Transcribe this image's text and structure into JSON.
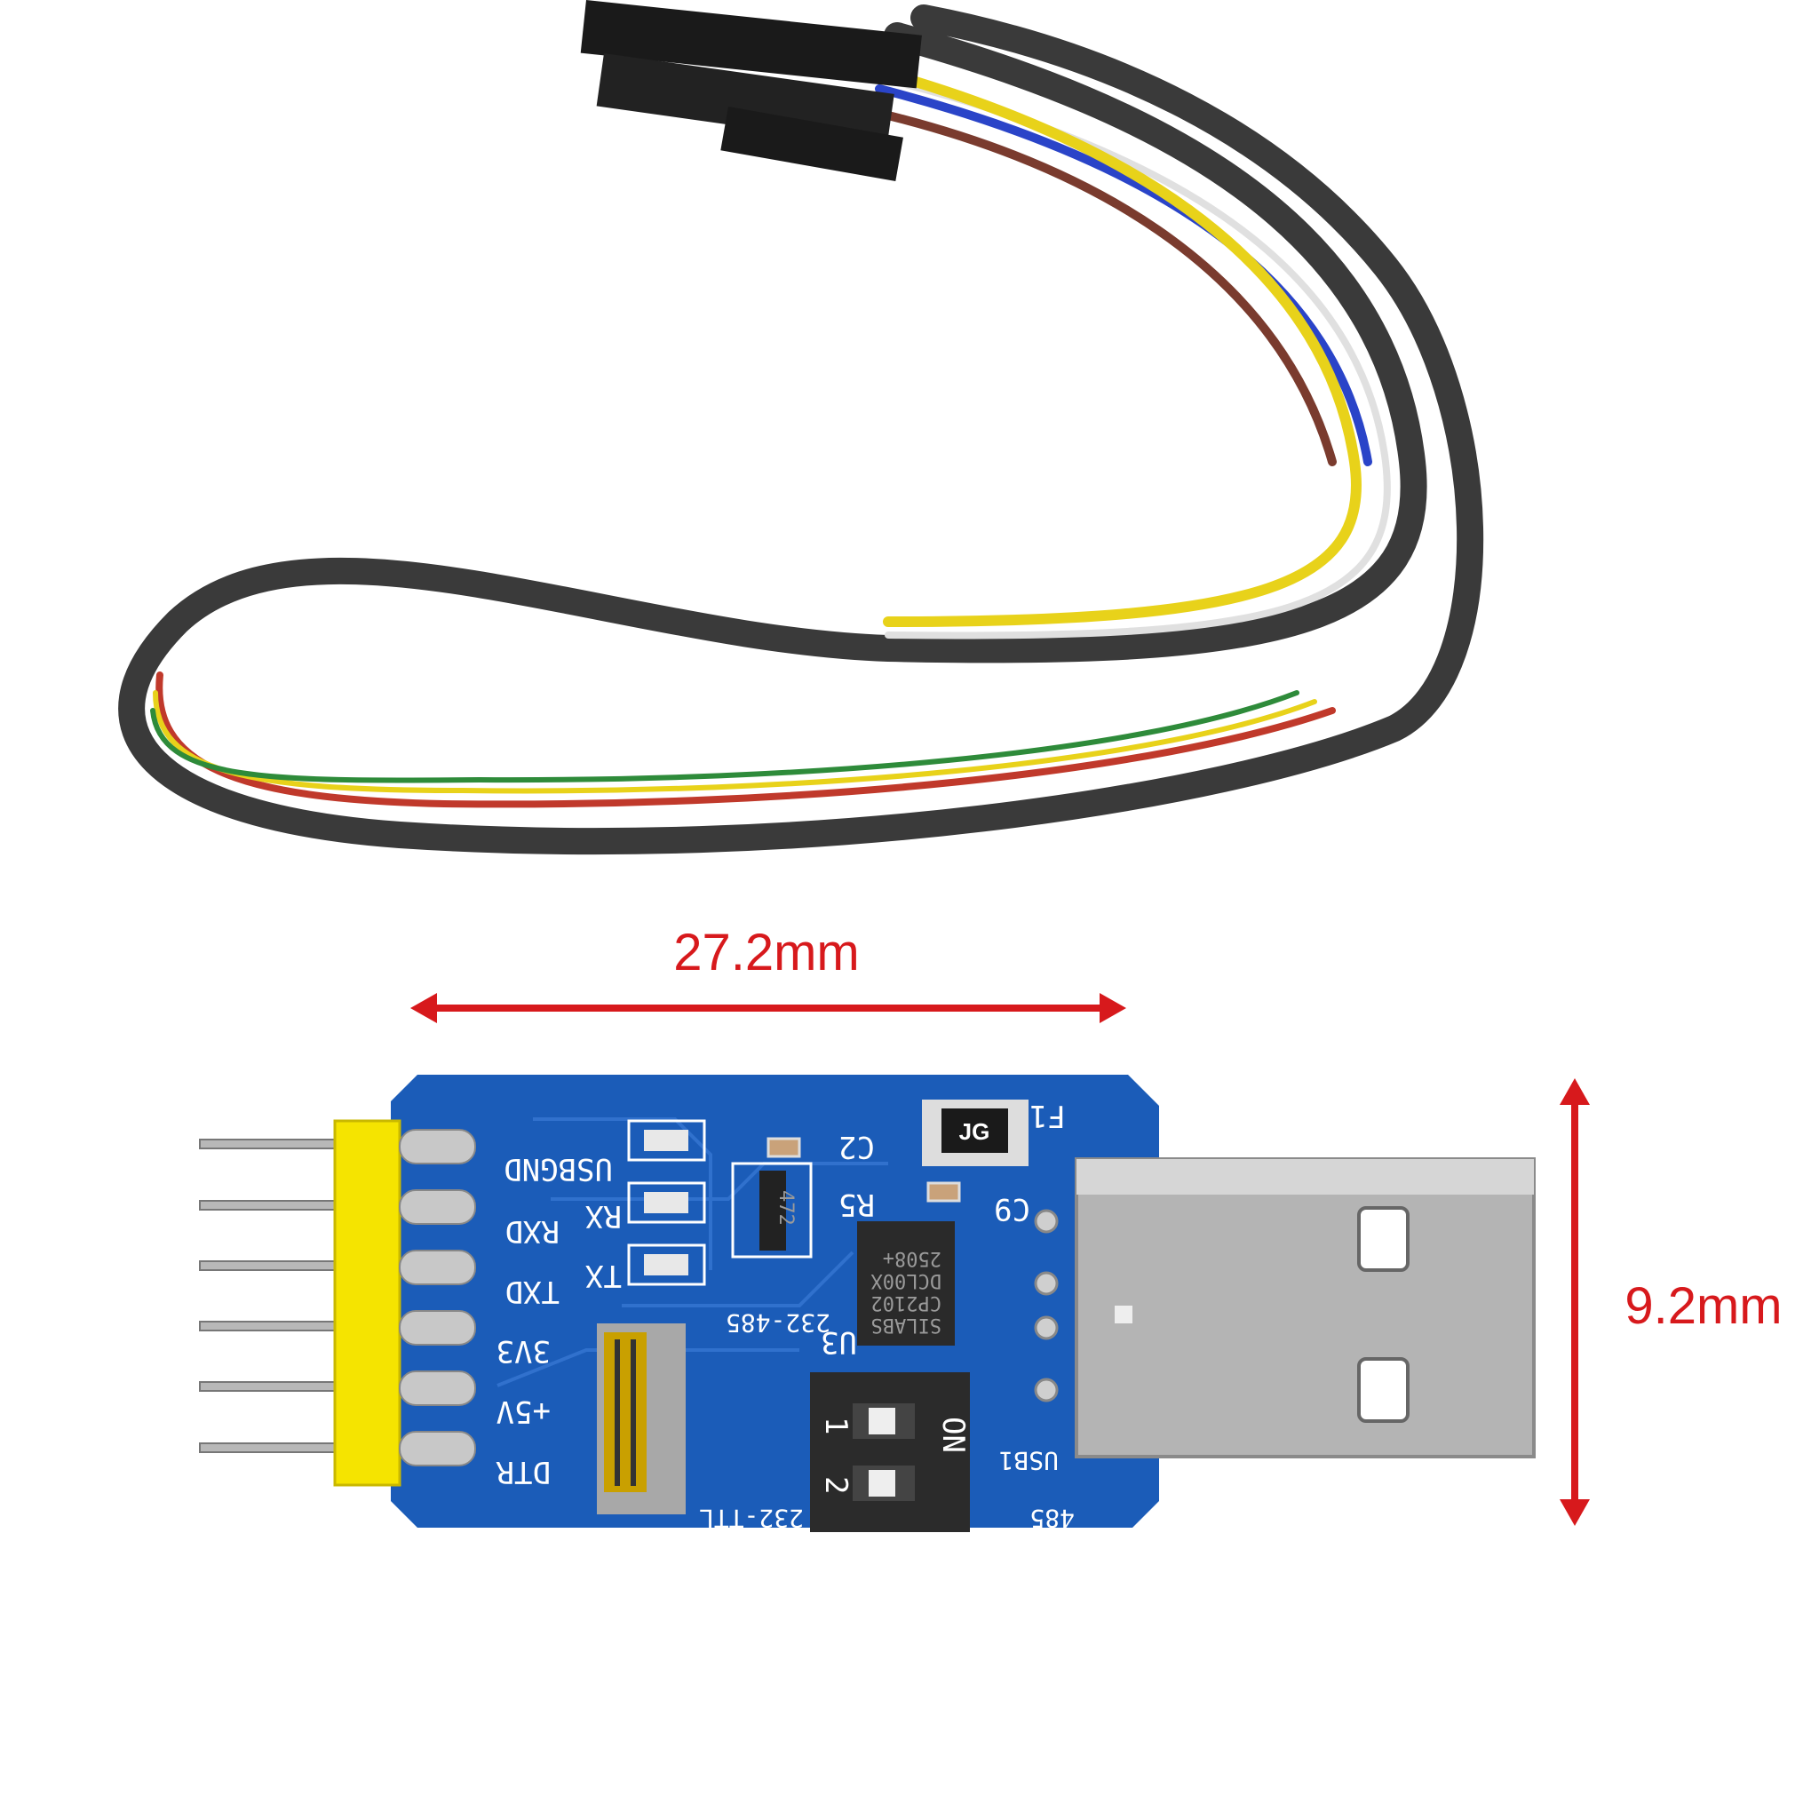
{
  "dimensions": {
    "width_label": "27.2mm",
    "height_label": "9.2mm",
    "arrow_color": "#d7191c"
  },
  "board": {
    "pcb_color": "#1b5cb8",
    "header_color": "#f5e400",
    "pin_labels": [
      "USBGND",
      "RXD",
      "TXD",
      "3V3",
      "+5V",
      "DTR"
    ],
    "led_labels": [
      "RX",
      "TX"
    ],
    "component_labels": [
      "C2",
      "R5",
      "C9",
      "F1",
      "U3",
      "USB1"
    ],
    "resistor_marking": "472",
    "fuse_marking": "JG",
    "mode_labels": [
      "232-485",
      "232-TTL",
      "485"
    ],
    "dip_switch": {
      "label": "ON",
      "positions": [
        "1",
        "2"
      ]
    },
    "chip_marking": [
      "SILABS",
      "CP2102",
      "DCL00X",
      "2508+"
    ]
  },
  "cable": {
    "wire_colors": [
      "#3a3a3a",
      "#e8e8e8",
      "#7a3b2e",
      "#c0392b",
      "#e8d21a",
      "#2e8b3a",
      "#2a44c8",
      "#8a8a8a"
    ]
  }
}
